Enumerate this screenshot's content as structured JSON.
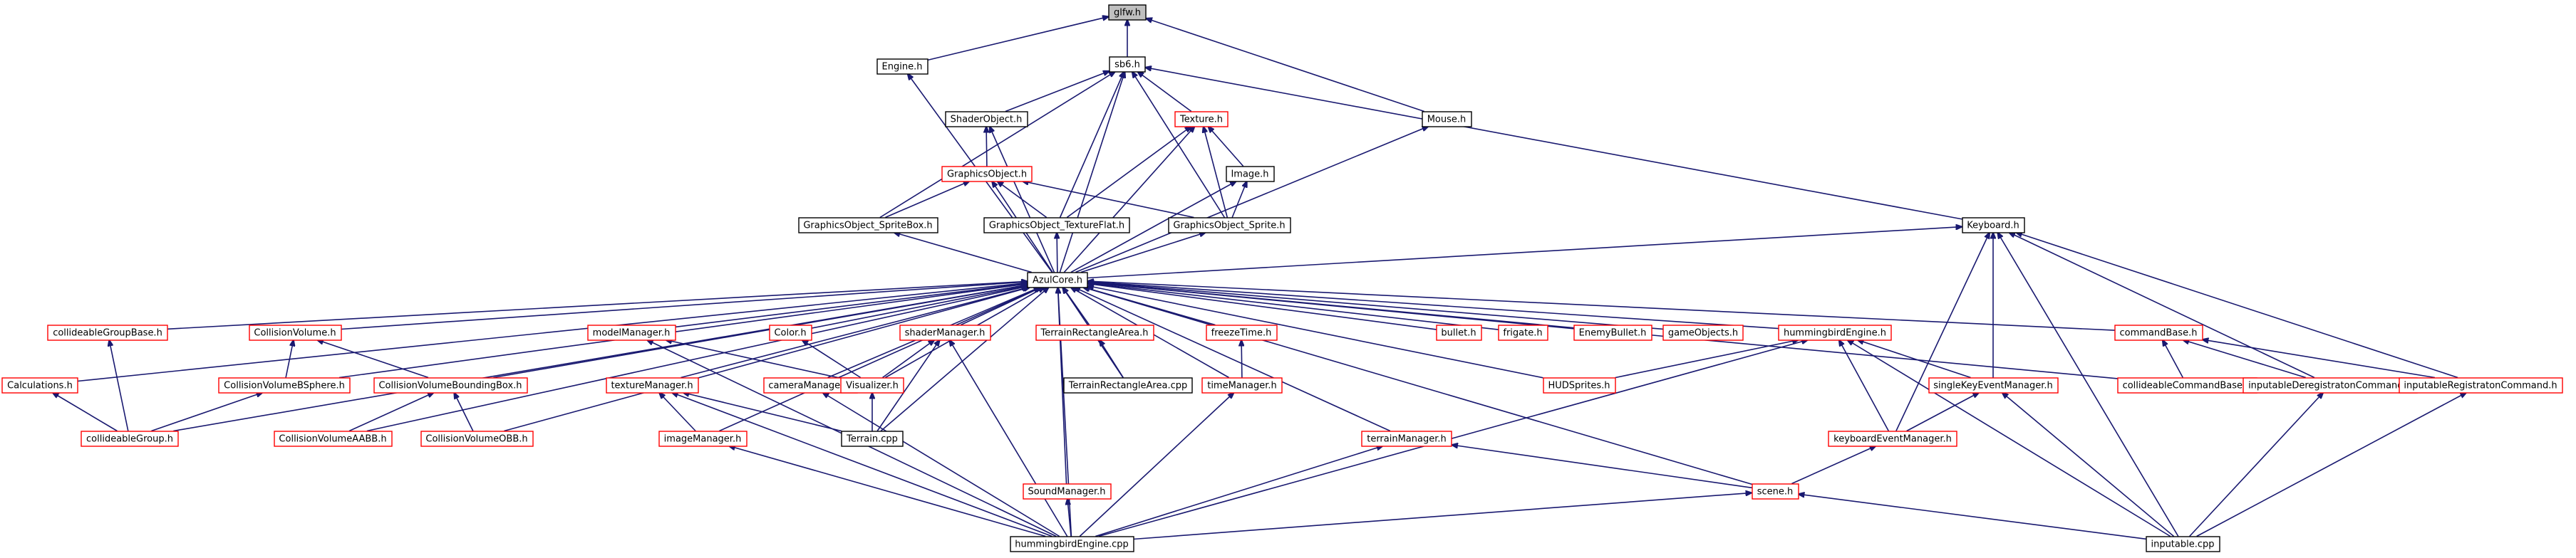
{
  "nodes": [
    {
      "id": "glfw",
      "label": "glfw.h",
      "border": "root"
    },
    {
      "id": "engine",
      "label": "Engine.h",
      "border": "black"
    },
    {
      "id": "sb6",
      "label": "sb6.h",
      "border": "black"
    },
    {
      "id": "mouse",
      "label": "Mouse.h",
      "border": "black"
    },
    {
      "id": "shaderobj",
      "label": "ShaderObject.h",
      "border": "black"
    },
    {
      "id": "texture",
      "label": "Texture.h",
      "border": "red"
    },
    {
      "id": "graphicsobj",
      "label": "GraphicsObject.h",
      "border": "red"
    },
    {
      "id": "image",
      "label": "Image.h",
      "border": "black"
    },
    {
      "id": "go_spritebox",
      "label": "GraphicsObject_SpriteBox.h",
      "border": "black"
    },
    {
      "id": "go_textureflat",
      "label": "GraphicsObject_TextureFlat.h",
      "border": "black"
    },
    {
      "id": "go_sprite",
      "label": "GraphicsObject_Sprite.h",
      "border": "black"
    },
    {
      "id": "keyboard",
      "label": "Keyboard.h",
      "border": "black"
    },
    {
      "id": "azulcore",
      "label": "AzulCore.h",
      "border": "black"
    },
    {
      "id": "collgroupbase",
      "label": "collideableGroupBase.h",
      "border": "red"
    },
    {
      "id": "collvolume",
      "label": "CollisionVolume.h",
      "border": "red"
    },
    {
      "id": "modelmgr",
      "label": "modelManager.h",
      "border": "red"
    },
    {
      "id": "color",
      "label": "Color.h",
      "border": "red"
    },
    {
      "id": "shadermgr",
      "label": "shaderManager.h",
      "border": "red"
    },
    {
      "id": "terrainrectarea_h",
      "label": "TerrainRectangleArea.h",
      "border": "red"
    },
    {
      "id": "freezetime",
      "label": "freezeTime.h",
      "border": "red"
    },
    {
      "id": "bullet",
      "label": "bullet.h",
      "border": "red"
    },
    {
      "id": "frigate",
      "label": "frigate.h",
      "border": "red"
    },
    {
      "id": "enemybullet",
      "label": "EnemyBullet.h",
      "border": "red"
    },
    {
      "id": "gameobjects",
      "label": "gameObjects.h",
      "border": "red"
    },
    {
      "id": "hbengine_h",
      "label": "hummingbirdEngine.h",
      "border": "red"
    },
    {
      "id": "commandbase",
      "label": "commandBase.h",
      "border": "red"
    },
    {
      "id": "calculations",
      "label": "Calculations.h",
      "border": "red"
    },
    {
      "id": "collvolbsphere",
      "label": "CollisionVolumeBSphere.h",
      "border": "red"
    },
    {
      "id": "collvolbbox",
      "label": "CollisionVolumeBoundingBox.h",
      "border": "red"
    },
    {
      "id": "texturemgr",
      "label": "textureManager.h",
      "border": "red"
    },
    {
      "id": "cameramgr",
      "label": "cameraManager.h",
      "border": "red"
    },
    {
      "id": "visualizer",
      "label": "Visualizer.h",
      "border": "red"
    },
    {
      "id": "terrainrectarea_cpp",
      "label": "TerrainRectangleArea.cpp",
      "border": "black"
    },
    {
      "id": "timemgr",
      "label": "timeManager.h",
      "border": "red"
    },
    {
      "id": "hudsprites",
      "label": "HUDSprites.h",
      "border": "red"
    },
    {
      "id": "singlekey",
      "label": "singleKeyEventManager.h",
      "border": "red"
    },
    {
      "id": "collcmdbase",
      "label": "collideableCommandBase.h",
      "border": "red"
    },
    {
      "id": "inputdereg",
      "label": "inputableDeregistratonCommand.h",
      "border": "red"
    },
    {
      "id": "inputreg",
      "label": "inputableRegistratonCommand.h",
      "border": "red"
    },
    {
      "id": "collgroup",
      "label": "collideableGroup.h",
      "border": "red"
    },
    {
      "id": "collvolaabb",
      "label": "CollisionVolumeAABB.h",
      "border": "red"
    },
    {
      "id": "collvolobb",
      "label": "CollisionVolumeOBB.h",
      "border": "red"
    },
    {
      "id": "imagemgr",
      "label": "imageManager.h",
      "border": "red"
    },
    {
      "id": "terrain_cpp",
      "label": "Terrain.cpp",
      "border": "black"
    },
    {
      "id": "keyboardevt",
      "label": "keyboardEventManager.h",
      "border": "red"
    },
    {
      "id": "terrainmgr",
      "label": "terrainManager.h",
      "border": "red"
    },
    {
      "id": "scene",
      "label": "scene.h",
      "border": "red"
    },
    {
      "id": "soundmgr",
      "label": "SoundManager.h",
      "border": "red"
    },
    {
      "id": "hbengine_cpp",
      "label": "hummingbirdEngine.cpp",
      "border": "black"
    },
    {
      "id": "inputable_cpp",
      "label": "inputable.cpp",
      "border": "black"
    }
  ],
  "edges": [
    [
      "engine",
      "glfw"
    ],
    [
      "sb6",
      "glfw"
    ],
    [
      "mouse",
      "glfw"
    ],
    [
      "azulcore",
      "engine"
    ],
    [
      "shaderobj",
      "sb6"
    ],
    [
      "texture",
      "sb6"
    ],
    [
      "go_spritebox",
      "sb6"
    ],
    [
      "go_textureflat",
      "sb6"
    ],
    [
      "go_sprite",
      "sb6"
    ],
    [
      "keyboard",
      "sb6"
    ],
    [
      "azulcore",
      "sb6"
    ],
    [
      "graphicsobj",
      "shaderobj"
    ],
    [
      "azulcore",
      "shaderobj"
    ],
    [
      "image",
      "texture"
    ],
    [
      "go_textureflat",
      "texture"
    ],
    [
      "go_sprite",
      "texture"
    ],
    [
      "azulcore",
      "texture"
    ],
    [
      "go_spritebox",
      "graphicsobj"
    ],
    [
      "go_textureflat",
      "graphicsobj"
    ],
    [
      "go_sprite",
      "graphicsobj"
    ],
    [
      "azulcore",
      "graphicsobj"
    ],
    [
      "go_sprite",
      "image"
    ],
    [
      "azulcore",
      "image"
    ],
    [
      "azulcore",
      "go_spritebox"
    ],
    [
      "azulcore",
      "go_textureflat"
    ],
    [
      "azulcore",
      "go_sprite"
    ],
    [
      "azulcore",
      "keyboard"
    ],
    [
      "keyboardevt",
      "keyboard"
    ],
    [
      "singlekey",
      "keyboard"
    ],
    [
      "inputdereg",
      "keyboard"
    ],
    [
      "inputreg",
      "keyboard"
    ],
    [
      "inputable_cpp",
      "keyboard"
    ],
    [
      "azulcore",
      "mouse"
    ],
    [
      "collgroupbase",
      "azulcore"
    ],
    [
      "collvolume",
      "azulcore"
    ],
    [
      "modelmgr",
      "azulcore"
    ],
    [
      "color",
      "azulcore"
    ],
    [
      "shadermgr",
      "azulcore"
    ],
    [
      "terrainrectarea_h",
      "azulcore"
    ],
    [
      "freezetime",
      "azulcore"
    ],
    [
      "bullet",
      "azulcore"
    ],
    [
      "frigate",
      "azulcore"
    ],
    [
      "enemybullet",
      "azulcore"
    ],
    [
      "gameobjects",
      "azulcore"
    ],
    [
      "hbengine_h",
      "azulcore"
    ],
    [
      "commandbase",
      "azulcore"
    ],
    [
      "calculations",
      "azulcore"
    ],
    [
      "collgroup",
      "azulcore"
    ],
    [
      "collvolbsphere",
      "azulcore"
    ],
    [
      "collvolbbox",
      "azulcore"
    ],
    [
      "collvolaabb",
      "azulcore"
    ],
    [
      "collvolobb",
      "azulcore"
    ],
    [
      "texturemgr",
      "azulcore"
    ],
    [
      "imagemgr",
      "azulcore"
    ],
    [
      "cameramgr",
      "azulcore"
    ],
    [
      "visualizer",
      "azulcore"
    ],
    [
      "terrain_cpp",
      "azulcore"
    ],
    [
      "terrainrectarea_cpp",
      "azulcore"
    ],
    [
      "timemgr",
      "azulcore"
    ],
    [
      "soundmgr",
      "azulcore"
    ],
    [
      "hbengine_cpp",
      "azulcore"
    ],
    [
      "hudsprites",
      "azulcore"
    ],
    [
      "terrainmgr",
      "azulcore"
    ],
    [
      "scene",
      "azulcore"
    ],
    [
      "collcmdbase",
      "azulcore"
    ],
    [
      "collgroup",
      "collgroupbase"
    ],
    [
      "collgroup",
      "calculations"
    ],
    [
      "collgroup",
      "collvolbsphere"
    ],
    [
      "collvolbsphere",
      "collvolume"
    ],
    [
      "collvolbbox",
      "collvolume"
    ],
    [
      "collvolaabb",
      "collvolbbox"
    ],
    [
      "collvolobb",
      "collvolbbox"
    ],
    [
      "hbengine_cpp",
      "modelmgr"
    ],
    [
      "visualizer",
      "modelmgr"
    ],
    [
      "imagemgr",
      "texturemgr"
    ],
    [
      "hbengine_cpp",
      "texturemgr"
    ],
    [
      "terrain_cpp",
      "texturemgr"
    ],
    [
      "hbengine_cpp",
      "imagemgr"
    ],
    [
      "hbengine_cpp",
      "cameramgr"
    ],
    [
      "visualizer",
      "color"
    ],
    [
      "visualizer",
      "shadermgr"
    ],
    [
      "terrain_cpp",
      "shadermgr"
    ],
    [
      "hbengine_cpp",
      "shadermgr"
    ],
    [
      "terrain_cpp",
      "visualizer"
    ],
    [
      "terrainrectarea_cpp",
      "terrainrectarea_h"
    ],
    [
      "timemgr",
      "freezetime"
    ],
    [
      "hbengine_cpp",
      "timemgr"
    ],
    [
      "hbengine_cpp",
      "soundmgr"
    ],
    [
      "hudsprites",
      "hbengine_h"
    ],
    [
      "singlekey",
      "hbengine_h"
    ],
    [
      "keyboardevt",
      "hbengine_h"
    ],
    [
      "hbengine_cpp",
      "hbengine_h"
    ],
    [
      "inputable_cpp",
      "hbengine_h"
    ],
    [
      "keyboardevt",
      "singlekey"
    ],
    [
      "inputable_cpp",
      "singlekey"
    ],
    [
      "scene",
      "keyboardevt"
    ],
    [
      "collcmdbase",
      "commandbase"
    ],
    [
      "inputdereg",
      "commandbase"
    ],
    [
      "inputreg",
      "commandbase"
    ],
    [
      "inputable_cpp",
      "inputdereg"
    ],
    [
      "inputable_cpp",
      "inputreg"
    ],
    [
      "scene",
      "terrainmgr"
    ],
    [
      "hbengine_cpp",
      "terrainmgr"
    ],
    [
      "hbengine_cpp",
      "scene"
    ],
    [
      "inputable_cpp",
      "scene"
    ]
  ]
}
